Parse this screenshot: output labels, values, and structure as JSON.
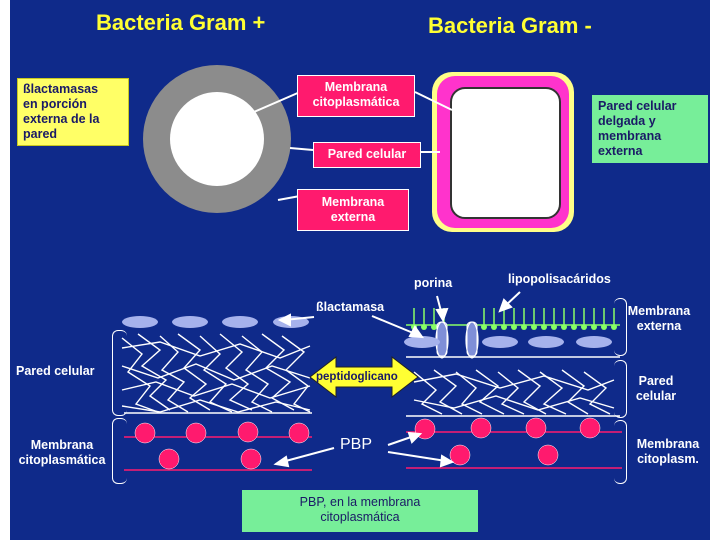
{
  "titles": {
    "left": "Bacteria Gram +",
    "right": "Bacteria Gram -"
  },
  "top_labels": {
    "betalactamasas": [
      "ßlactamasas",
      "en porción",
      "externa de la",
      "pared"
    ],
    "membrana_citoplasmatica": [
      "Membrana",
      "citoplasmática"
    ],
    "pared_celular": "Pared celular",
    "membrana_externa": [
      "Membrana",
      "externa"
    ],
    "pared_delgada": [
      "Pared celular",
      "delgada y",
      "membrana",
      "externa"
    ]
  },
  "bottom_labels": {
    "porina": "porina",
    "lipopolisacaridos": "lipopolisacáridos",
    "betalactamasa": "ßlactamasa",
    "peptidoglicano": "peptidoglicano",
    "pared_celular_left": "Pared celular",
    "membrana_citoplasmatica_left": [
      "Membrana",
      "citoplasmática"
    ],
    "membrana_externa_right": [
      "Membrana",
      "externa"
    ],
    "pared_celular_right": [
      "Pared",
      "celular"
    ],
    "membrana_citoplasm_right": [
      "Membrana",
      "citoplasm."
    ],
    "pbp": "PBP",
    "pbp_caption": [
      "PBP, en la membrana",
      "citoplasmática"
    ]
  },
  "colors": {
    "background": "#0f2a8a",
    "title": "#ffff33",
    "pink": "#ff1a6e",
    "yellow_box": "#ffff66",
    "green_box": "#77ee99",
    "ellipse": "#a6b2ec",
    "pbp_dot": "#ff1a6e",
    "lps": "#88ff66"
  }
}
